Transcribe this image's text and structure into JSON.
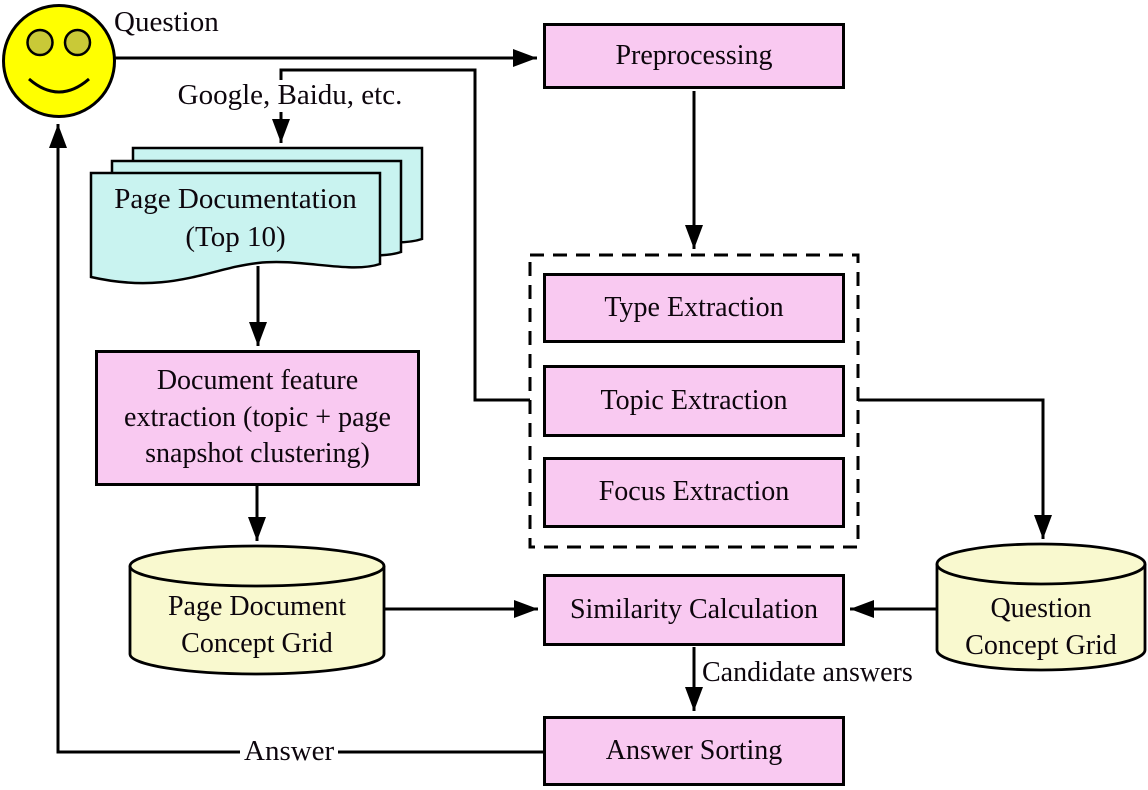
{
  "labels": {
    "question": "Question",
    "search_engines": "Google, Baidu, etc.",
    "candidate_answers": "Candidate answers",
    "answer": "Answer"
  },
  "nodes": {
    "preprocessing": "Preprocessing",
    "page_documentation": "Page Documentation\n(Top 10)",
    "type_extraction": "Type Extraction",
    "topic_extraction": "Topic Extraction",
    "focus_extraction": "Focus Extraction",
    "document_feature_extraction": "Document feature\nextraction (topic + page\nsnapshot clustering)",
    "page_document_concept_grid": "Page Document\nConcept Grid",
    "question_concept_grid": "Question\nConcept Grid",
    "similarity_calculation": "Similarity Calculation",
    "answer_sorting": "Answer Sorting"
  },
  "colors": {
    "process_box_fill": "#f9c9f1",
    "document_fill": "#c9f3f0",
    "database_fill": "#f9f9cf",
    "user_face_fill": "#ffff00",
    "user_eye_fill": "#c9c937",
    "line_color": "#000000"
  }
}
